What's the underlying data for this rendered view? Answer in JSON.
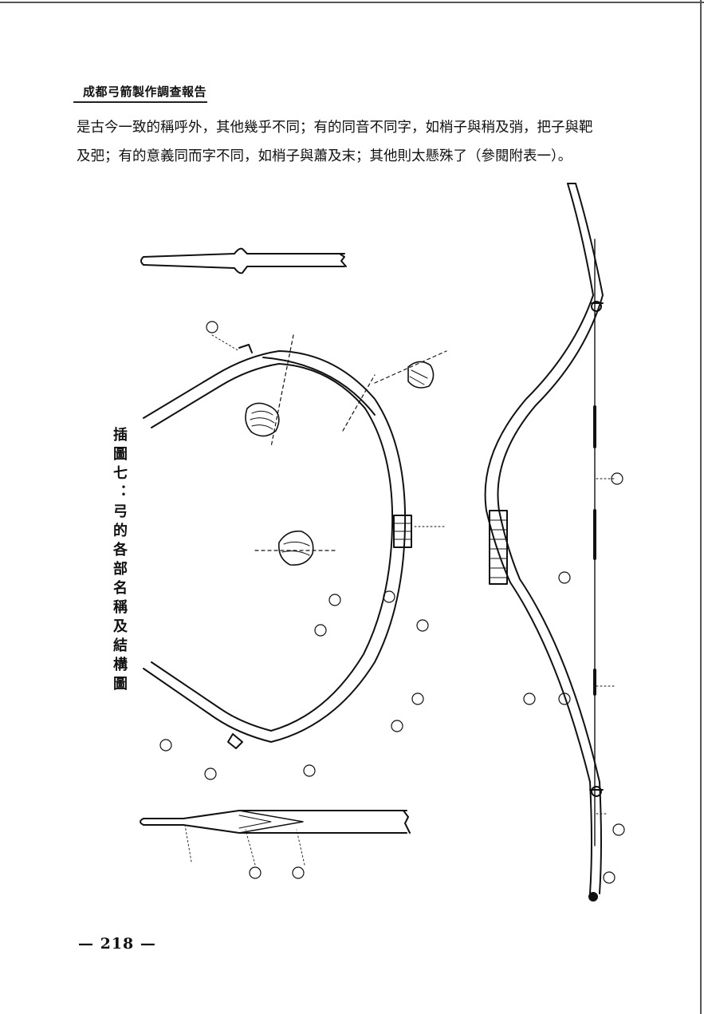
{
  "page": {
    "running_head": "成都弓箭製作調查報告",
    "body_lines": [
      "是古今一致的稱呼外，其他幾乎不同；有的同音不同字，如梢子與稍及弰，把子與靶",
      "及弝；有的意義同而字不同，如梢子與蕭及末；其他則太懸殊了（參閱附表一）。"
    ],
    "figure": {
      "caption": "插圖七：弓的各部名稱及結構圖"
    },
    "page_number": "— 218 —"
  }
}
